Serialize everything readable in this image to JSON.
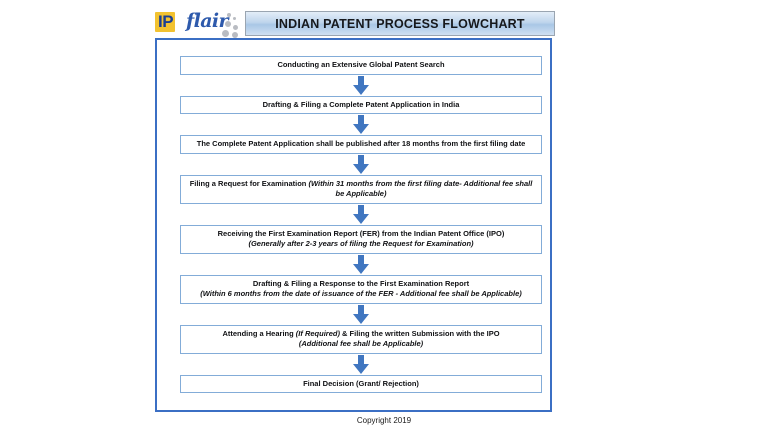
{
  "header": {
    "logo": {
      "mark_text": "IP",
      "word_text": "flair"
    },
    "banner_title": "INDIAN PATENT PROCESS FLOWCHART"
  },
  "colors": {
    "frame_border": "#3B6FC4",
    "node_border": "#83ACD8",
    "arrow_fill": "#4076C0",
    "banner_fill": "#BFD5EC",
    "logo_yellow": "#F2C230",
    "logo_blue": "#2E5AAC"
  },
  "flowchart": {
    "type": "flowchart",
    "orientation": "vertical-top-to-bottom",
    "connector": "down-arrow",
    "steps": [
      {
        "index": 1,
        "lines": [
          {
            "text": "Conducting an Extensive Global Patent Search",
            "italic": false
          }
        ]
      },
      {
        "index": 2,
        "lines": [
          {
            "text": "Drafting & Filing a Complete Patent Application in India",
            "italic": false
          }
        ]
      },
      {
        "index": 3,
        "lines": [
          {
            "text": "The Complete Patent Application shall be published after 18 months from the first filing date",
            "italic": false
          }
        ]
      },
      {
        "index": 4,
        "lines": [
          {
            "text": "Filing a Request for Examination ",
            "italic": false
          },
          {
            "text": "(Within 31 months from the first filing date- Additional fee shall be Applicable)",
            "italic": true
          }
        ]
      },
      {
        "index": 5,
        "lines": [
          {
            "text": "Receiving the First Examination Report (FER) from the Indian Patent Office (IPO)",
            "italic": false
          },
          {
            "text": "(Generally after 2-3 years of filing the Request for Examination)",
            "italic": true
          }
        ]
      },
      {
        "index": 6,
        "lines": [
          {
            "text": "Drafting & Filing a Response to the First Examination Report",
            "italic": false
          },
          {
            "text": "(Within 6 months from the date of issuance of the FER - Additional fee shall be Applicable)",
            "italic": true
          }
        ]
      },
      {
        "index": 7,
        "lines": [
          {
            "text": "Attending a Hearing ",
            "italic": false
          },
          {
            "text": "(If Required)",
            "italic": true
          },
          {
            "text": " & Filing the written Submission with the IPO",
            "italic": false
          },
          {
            "text": "(Additional fee shall be Applicable)",
            "italic": true
          }
        ]
      },
      {
        "index": 8,
        "lines": [
          {
            "text": "Final Decision (Grant/ Rejection)",
            "italic": false
          }
        ]
      }
    ]
  },
  "footer": {
    "copyright": "Copyright 2019"
  }
}
